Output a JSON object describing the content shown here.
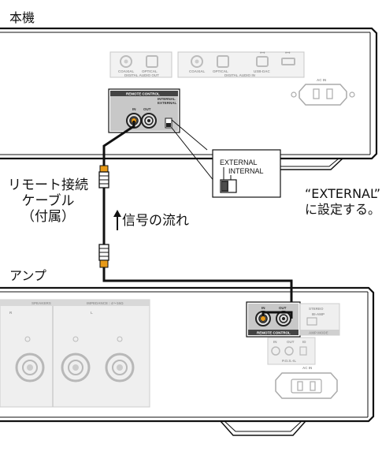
{
  "labels": {
    "main_unit": "本機",
    "amp": "アンプ",
    "cable_line1": "リモート接続",
    "cable_line2": "ケーブル",
    "cable_line3": "（付属）",
    "signal_flow": "信号の流れ",
    "setting_line1": "“EXTERNAL”",
    "setting_line2": "に設定する。"
  },
  "main_panel": {
    "digital_out_coaxial": "COAXIAL",
    "digital_out_optical": "OPTICAL",
    "digital_audio_out": "DIGITAL AUDIO OUT",
    "digital_in_coaxial": "COAXIAL",
    "digital_in_optical": "OPTICAL",
    "usb_dac": "USB-DAC",
    "digital_audio_in": "DIGITAL AUDIO IN",
    "usb_icon_left": "⟷",
    "usb_icon_right": "⟷",
    "ac_in": "AC IN",
    "remote_control": "REMOTE CONTROL",
    "rc_in": "IN",
    "rc_out": "OUT",
    "rc_internal": "INTERNAL",
    "rc_external": "EXTERNAL"
  },
  "zoom_box": {
    "external": "EXTERNAL",
    "internal": "INTERNAL"
  },
  "amp_panel": {
    "speakers": "SPEAKERS",
    "impedance": "IMPEDANCE : 4～16Ω",
    "ch_r": "R",
    "ch_l": "L",
    "rc_in": "IN",
    "rc_out": "OUT",
    "remote_control": "REMOTE CONTROL",
    "stereo": "STEREO",
    "bi_amp": "BI-AMP",
    "amp_mode": "AMP MODE",
    "pos_in": "IN",
    "pos_out": "OUT",
    "pos_id": "ID",
    "pos_label": "P.O.S.-IL",
    "ac_in": "AC IN"
  }
}
